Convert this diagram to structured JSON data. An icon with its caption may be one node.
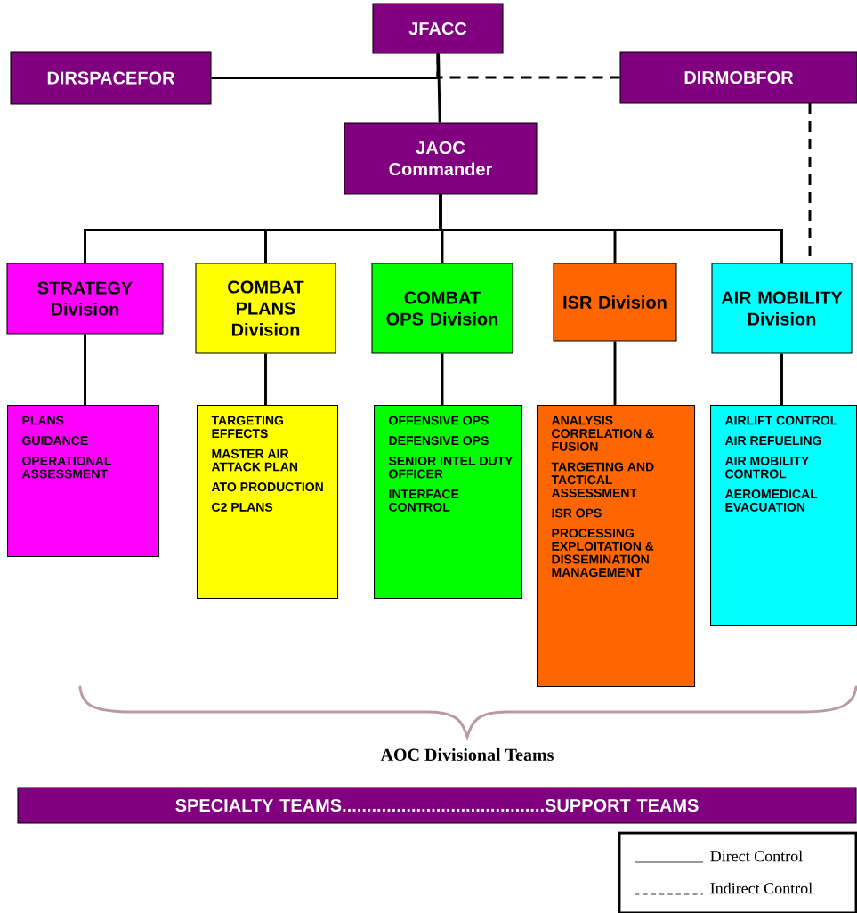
{
  "diagram": {
    "nodes": [
      {
        "text": [
          "JFACC"
        ]
      },
      {
        "text": [
          "DIRSPACEFOR"
        ]
      },
      {
        "text": [
          "DIRMOBFOR"
        ]
      },
      {
        "text": [
          "JAOC Commander"
        ]
      },
      {
        "text": [
          "STRATEGY Division"
        ]
      },
      {
        "text": [
          "COMBAT PLANS Division"
        ]
      },
      {
        "text": [
          "COMBAT OPS Division"
        ]
      },
      {
        "text": [
          "ISR Division"
        ]
      },
      {
        "text": [
          "AIR MOBILITY Division"
        ]
      },
      {
        "text": [
          "PLANS",
          "GUIDANCE",
          "OPERATIONAL ASSESSMENT"
        ]
      },
      {
        "text": [
          "TARGETING EFFECTS",
          "MASTER AIR ATTACK PLAN",
          "ATO PRODUCTION",
          "C2 PLANS"
        ]
      },
      {
        "text": [
          "OFFENSIVE OPS",
          "DEFENSIVE OPS",
          "SENIOR INTEL DUTY OFFICER",
          "INTERFACE CONTROL"
        ]
      },
      {
        "text": [
          "ANALYSIS CORRELATION & FUSION",
          "TARGETING AND TACTICAL ASSESSMENT",
          "ISR OPS",
          "PROCESSING EXPLOITATION & DISSEMINATION MANAGEMENT"
        ]
      },
      {
        "text": [
          "AIRLIFT CONTROL",
          "AIR REFUELING",
          "AIR MOBILITY CONTROL",
          "AEROMEDICAL EVACUATION"
        ]
      },
      {
        "text": [
          "SPECIALTY TEAMS.........................................SUPPORT TEAMS"
        ]
      }
    ],
    "edges": [
      {
        "from": 0,
        "to": 3,
        "arrow": "none"
      },
      {
        "from": 0,
        "to": 1,
        "arrow": "none"
      },
      {
        "from": 0,
        "to": 2,
        "arrow": "none",
        "style": "dashed"
      },
      {
        "from": 2,
        "to": 8,
        "arrow": "none",
        "style": "dashed"
      },
      {
        "from": 3,
        "to": 4,
        "arrow": "none"
      },
      {
        "from": 3,
        "to": 5,
        "arrow": "none"
      },
      {
        "from": 3,
        "to": 6,
        "arrow": "none"
      },
      {
        "from": 3,
        "to": 7,
        "arrow": "none"
      },
      {
        "from": 3,
        "to": 8,
        "arrow": "none"
      },
      {
        "from": 4,
        "to": 9,
        "arrow": "none"
      },
      {
        "from": 5,
        "to": 10,
        "arrow": "none"
      },
      {
        "from": 6,
        "to": 11,
        "arrow": "none"
      },
      {
        "from": 7,
        "to": 12,
        "arrow": "none"
      },
      {
        "from": 8,
        "to": 13,
        "arrow": "none"
      }
    ],
    "labels": [
      "AOC Divisional Teams"
    ],
    "legend": [
      {
        "text": "Direct Control"
      },
      {
        "text": "Indirect Control"
      }
    ]
  }
}
